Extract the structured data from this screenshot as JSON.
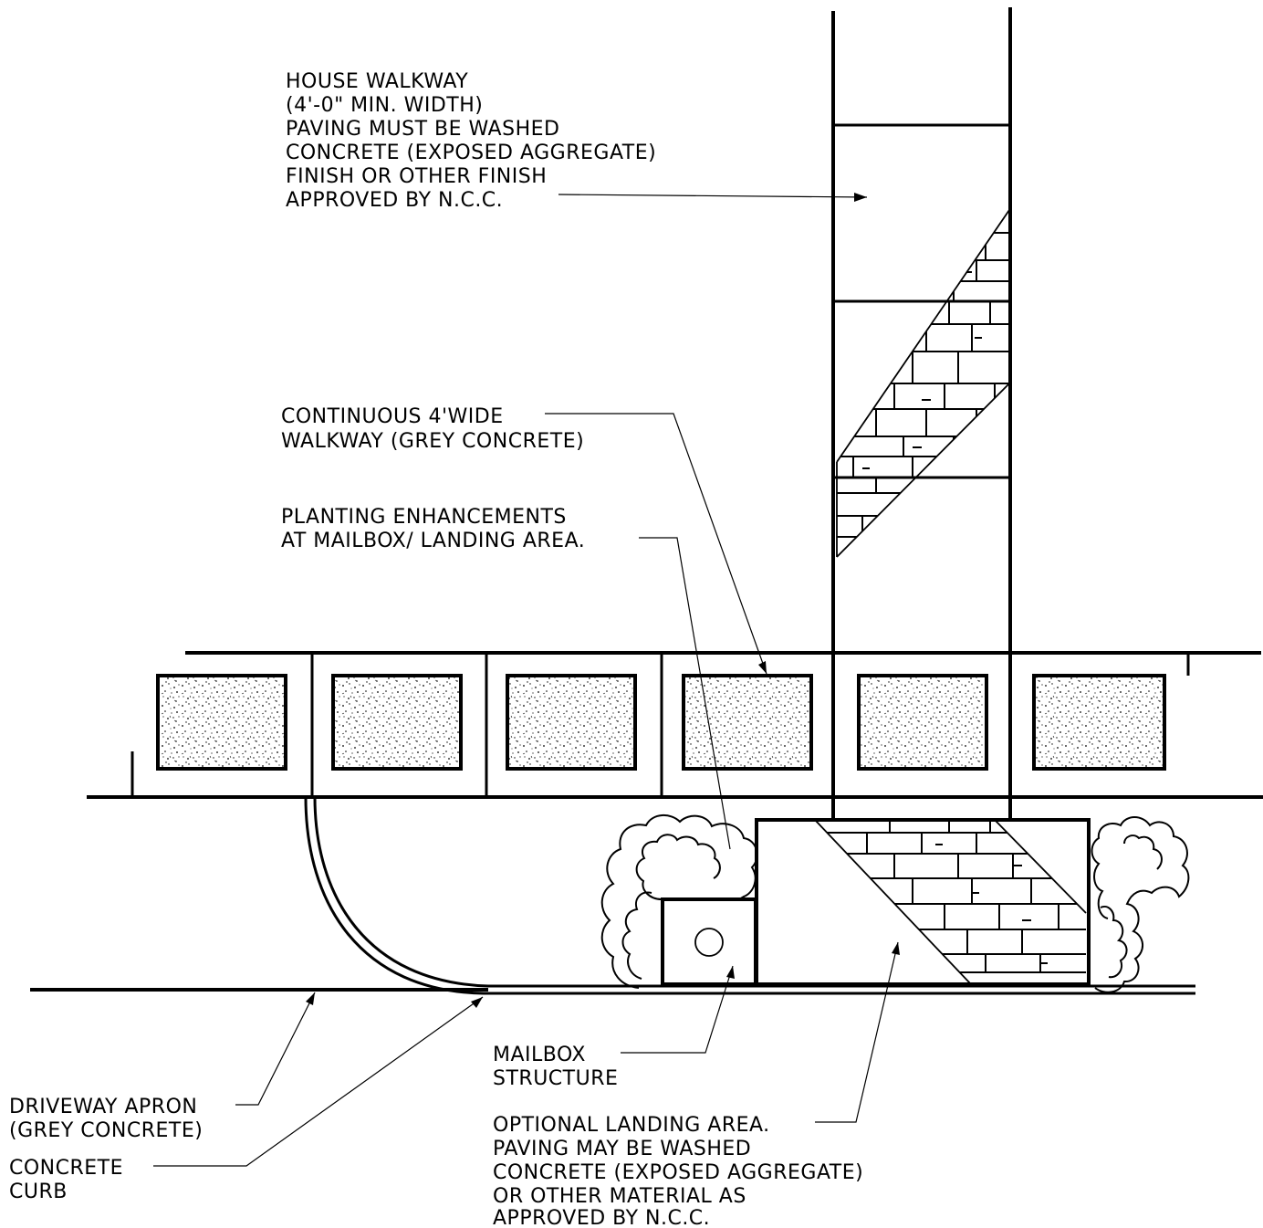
{
  "labels": {
    "house_walkway": [
      "HOUSE WALKWAY",
      "(4'-0\" MIN. WIDTH)",
      "PAVING MUST BE WASHED",
      "CONCRETE (EXPOSED AGGREGATE)",
      "FINISH OR OTHER FINISH",
      "APPROVED BY N.C.C."
    ],
    "continuous_walkway": [
      "CONTINUOUS 4'WIDE",
      "WALKWAY (GREY CONCRETE)"
    ],
    "planting": [
      "PLANTING ENHANCEMENTS",
      "AT MAILBOX/ LANDING AREA."
    ],
    "mailbox": [
      "MAILBOX",
      "STRUCTURE"
    ],
    "driveway_apron": [
      "DRIVEWAY APRON",
      "(GREY CONCRETE)"
    ],
    "concrete_curb": [
      "CONCRETE",
      "CURB"
    ],
    "landing_area": [
      "OPTIONAL LANDING AREA.",
      "PAVING MAY BE WASHED",
      "CONCRETE (EXPOSED AGGREGATE)",
      "OR OTHER MATERIAL AS",
      "APPROVED BY N.C.C."
    ]
  }
}
